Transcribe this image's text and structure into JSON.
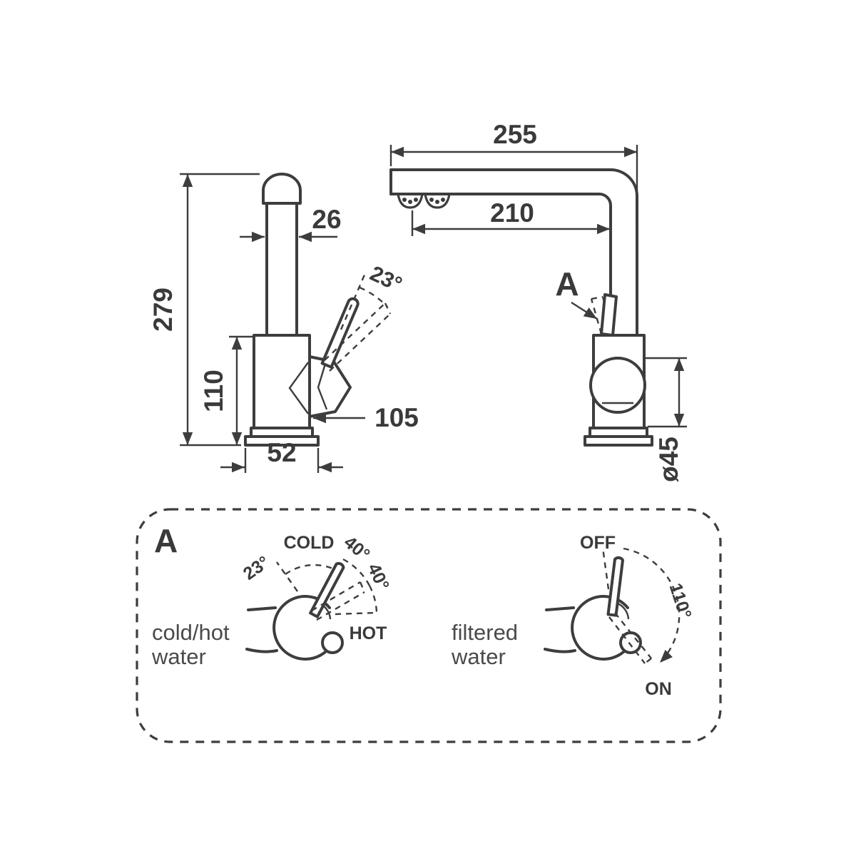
{
  "colors": {
    "line": "#3d3d3d",
    "background": "#ffffff"
  },
  "side_view": {
    "dim_total_height": "279",
    "dim_spout_width": "26",
    "dim_handle_angle": "23°",
    "dim_body_height": "110",
    "dim_handle_reach": "105",
    "dim_base_width": "52"
  },
  "front_view": {
    "dim_overall_width": "255",
    "dim_spout_reach": "210",
    "detail_marker": "A",
    "dim_body_diameter": "ø45"
  },
  "detail_panel": {
    "marker": "A",
    "mixer": {
      "caption_line1": "cold/hot",
      "caption_line2": "water",
      "label_cold": "COLD",
      "label_hot": "HOT",
      "angle_tilt": "23°",
      "angle_cold": "40°",
      "angle_hot": "40°"
    },
    "filter": {
      "caption_line1": "filtered",
      "caption_line2": "water",
      "label_off": "OFF",
      "label_on": "ON",
      "angle_range": "110°"
    }
  }
}
